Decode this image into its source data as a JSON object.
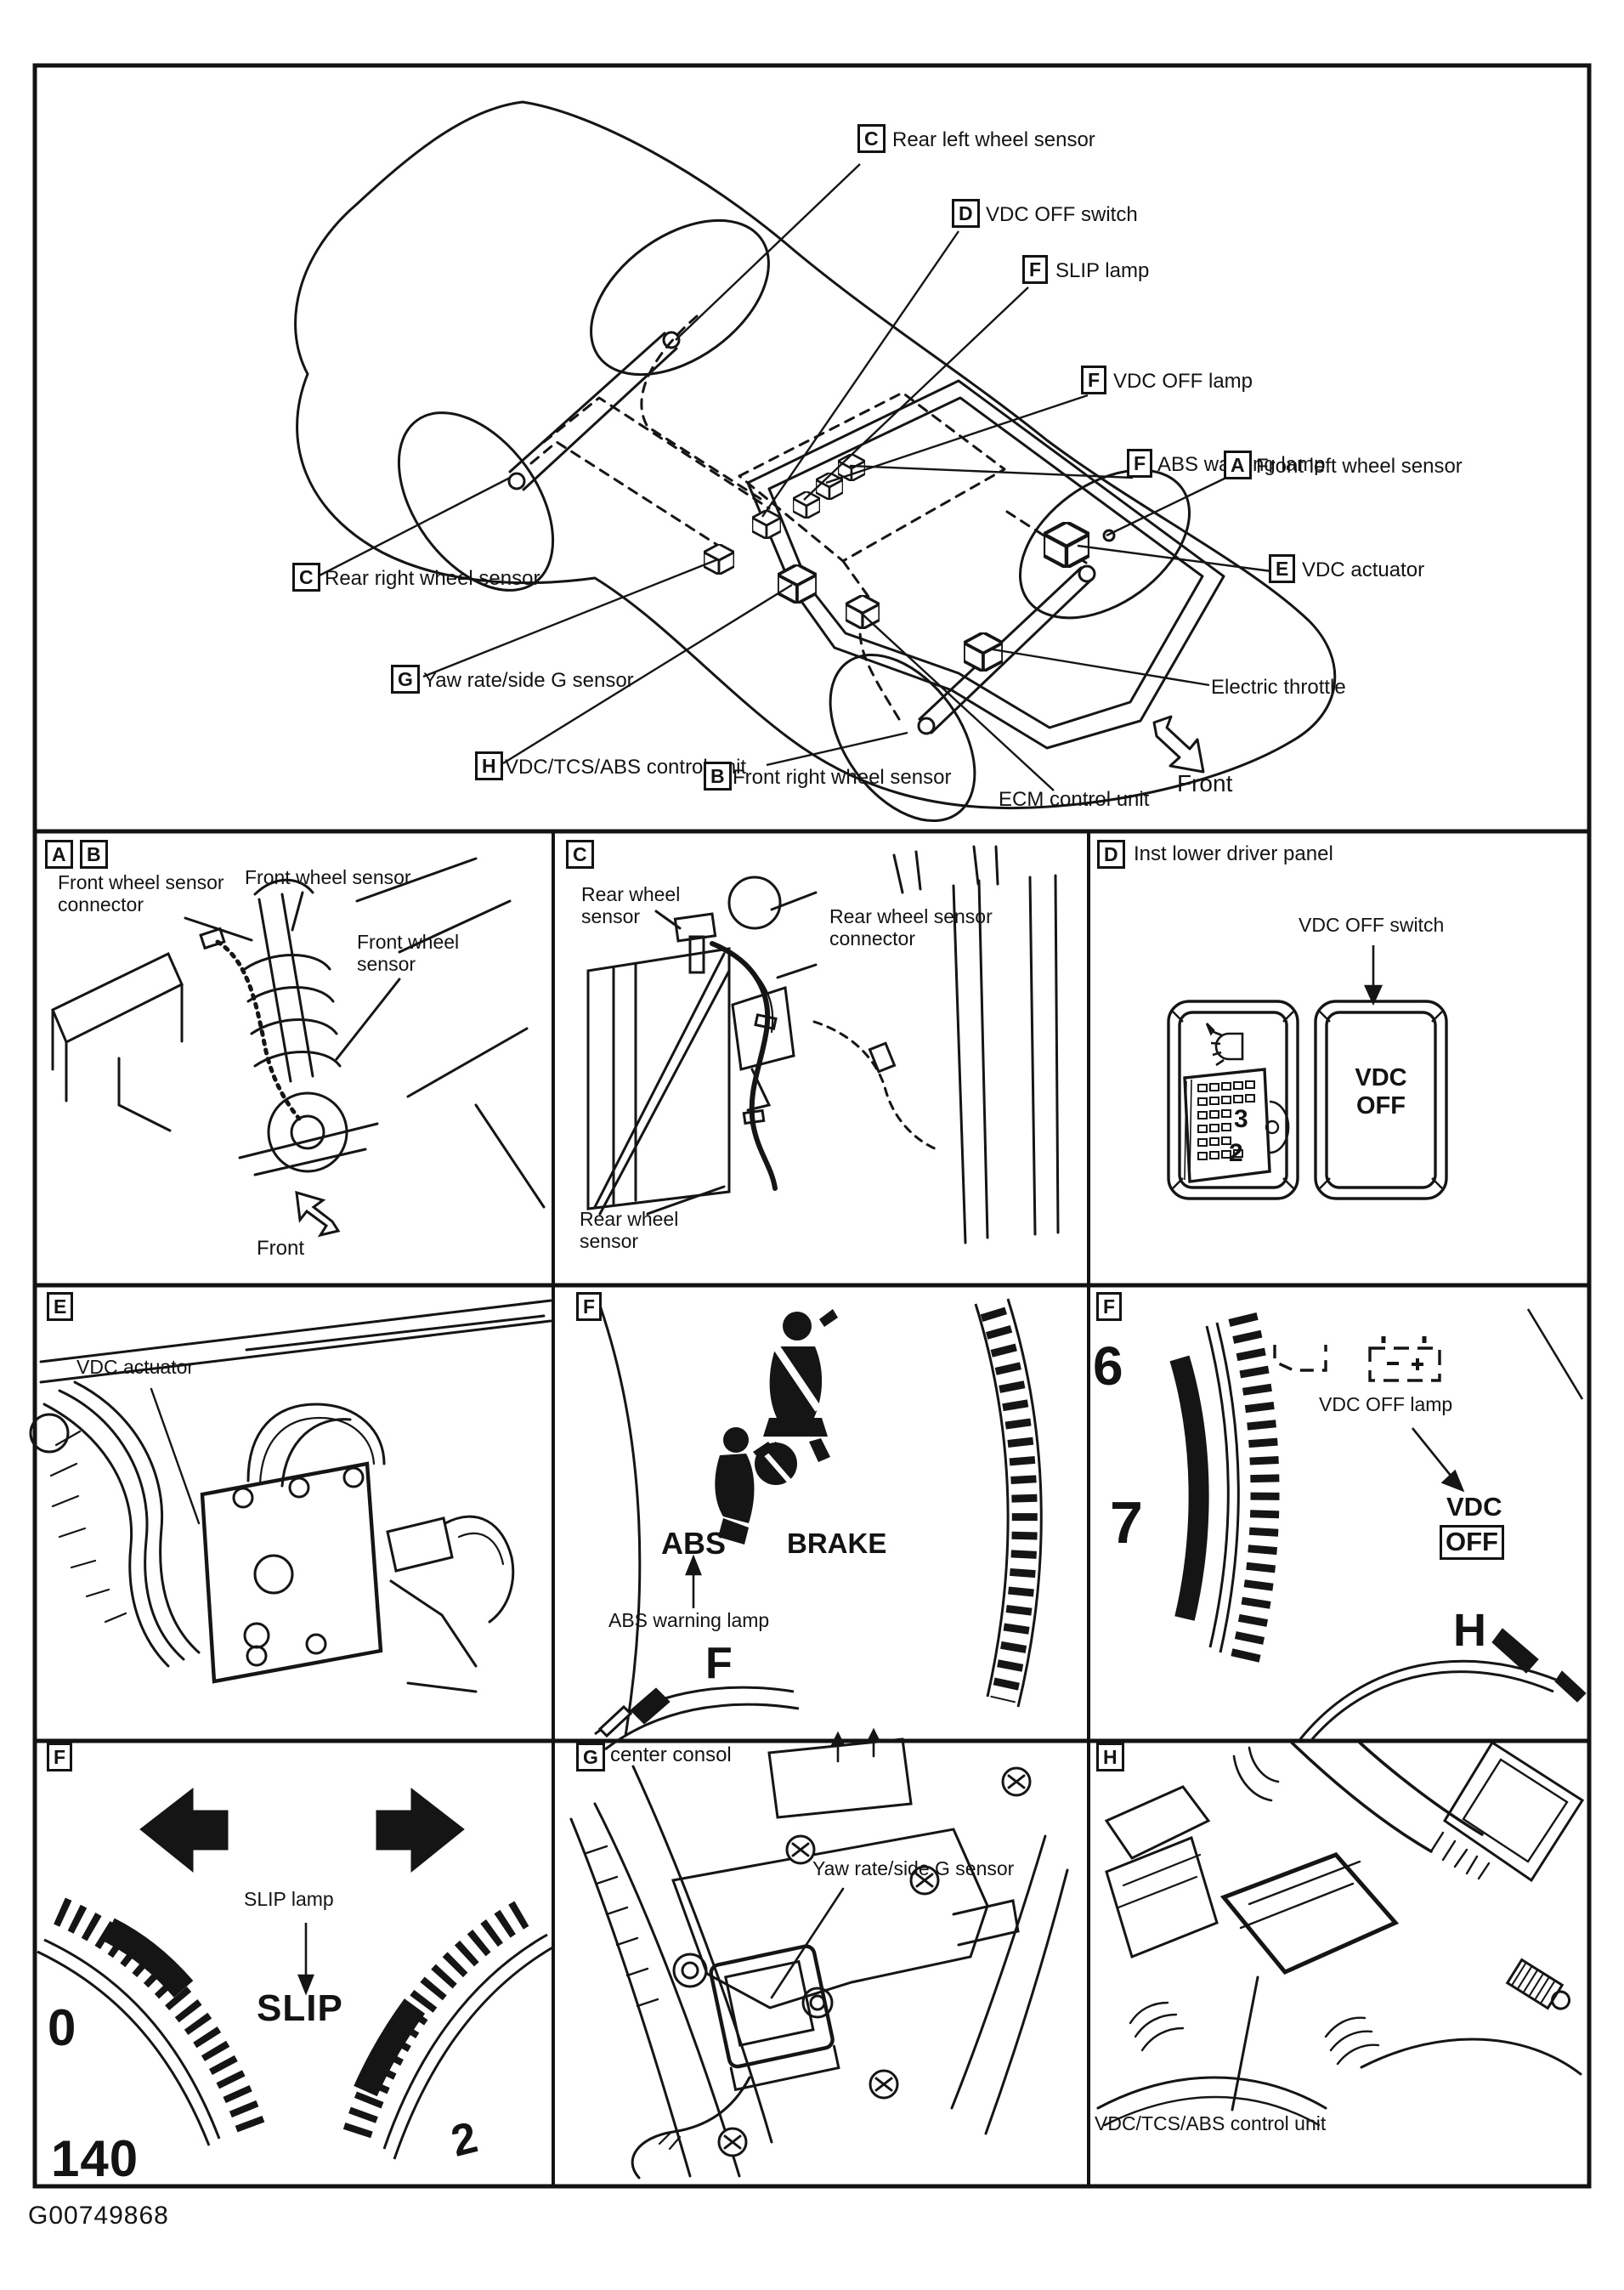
{
  "page": {
    "figure_code": "G00749868"
  },
  "overview": {
    "front_arrow_label": "Front",
    "callouts": {
      "rear_left_wheel_sensor": {
        "key": "C",
        "label": "Rear left wheel sensor"
      },
      "vdc_off_switch": {
        "key": "D",
        "label": "VDC OFF switch"
      },
      "slip_lamp": {
        "key": "F",
        "label": "SLIP lamp"
      },
      "vdc_off_lamp": {
        "key": "F",
        "label": "VDC OFF lamp"
      },
      "abs_warning_lamp": {
        "key": "F",
        "label": "ABS warning lamp"
      },
      "front_left_wheel_sensor": {
        "key": "A",
        "label": "Front left wheel sensor"
      },
      "vdc_actuator": {
        "key": "E",
        "label": "VDC actuator"
      },
      "rear_right_wheel_sensor": {
        "key": "C",
        "label": "Rear right wheel sensor"
      },
      "yaw_rate_side_g_sensor": {
        "key": "G",
        "label": "Yaw rate/side G sensor"
      },
      "vdc_tcs_abs_control_unit": {
        "key": "H",
        "label": "VDC/TCS/ABS control unit"
      },
      "front_right_wheel_sensor": {
        "key": "B",
        "label": "Front right wheel sensor"
      },
      "electric_throttle": {
        "label": "Electric throttle"
      },
      "ecm_control_unit": {
        "label": "ECM control unit"
      }
    }
  },
  "panel_ab": {
    "key_a": "A",
    "key_b": "B",
    "connector_label": "Front wheel sensor connector",
    "sensor_label_top": "Front wheel sensor",
    "sensor_label_right": "Front wheel sensor",
    "front_label": "Front"
  },
  "panel_c": {
    "key": "C",
    "sensor_label_top": "Rear wheel sensor",
    "connector_label": "Rear wheel sensor connector",
    "sensor_label_bottom": "Rear wheel sensor"
  },
  "panel_d": {
    "key": "D",
    "title": "Inst lower driver panel",
    "switch_label": "VDC OFF switch",
    "button_line1": "VDC",
    "button_line2": "OFF",
    "level_digit_top": "3",
    "level_digit_bottom": "2"
  },
  "panel_e": {
    "key": "E",
    "actuator_label": "VDC actuator"
  },
  "panel_f_abs": {
    "key": "F",
    "abs_text": "ABS",
    "brake_text": "BRAKE",
    "label": "ABS warning lamp",
    "fuel_letter": "F"
  },
  "panel_f_vdc": {
    "key": "F",
    "digit_6": "6",
    "digit_7": "7",
    "label": "VDC OFF lamp",
    "indicator_line1": "VDC",
    "indicator_line2": "OFF",
    "temp_letter": "H"
  },
  "panel_f_slip": {
    "key": "F",
    "label": "SLIP lamp",
    "indicator": "SLIP",
    "digit_0": "0",
    "digit_140": "140",
    "digit_2": "2"
  },
  "panel_g": {
    "key": "G",
    "title": "center consol",
    "label": "Yaw rate/side G sensor"
  },
  "panel_h": {
    "key": "H",
    "label": "VDC/TCS/ABS control unit"
  }
}
